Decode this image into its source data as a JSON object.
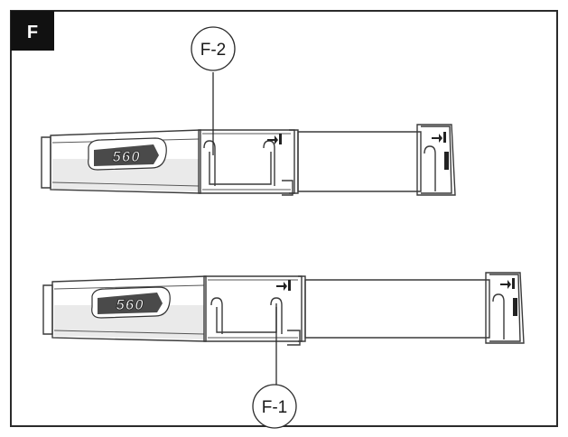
{
  "figure": {
    "badge_label": "F",
    "tubes": [
      {
        "id": "upper",
        "logo_text": "560"
      },
      {
        "id": "lower",
        "logo_text": "560"
      }
    ],
    "callouts": [
      {
        "id": "F-2",
        "label": "F-2"
      },
      {
        "id": "F-1",
        "label": "F-1"
      }
    ],
    "colors": {
      "border": "#2b2b2b",
      "badge_fill": "#111111",
      "line": "#3a3a3a",
      "shading": "#d9d9d9"
    },
    "icons": [
      "lock-arrow-icon"
    ]
  }
}
